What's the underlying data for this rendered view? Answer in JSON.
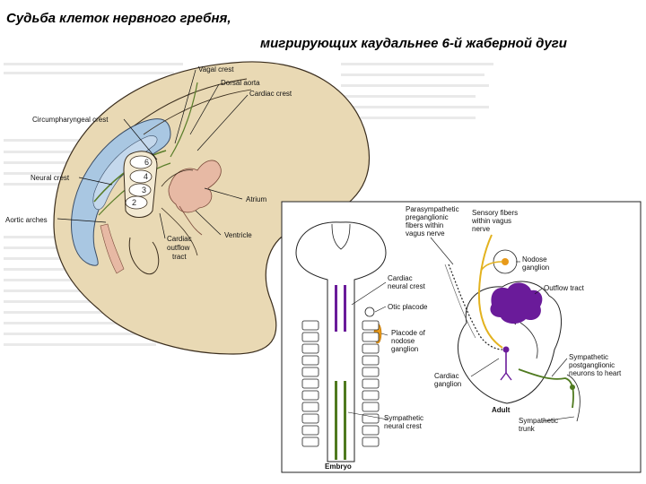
{
  "title": {
    "line1": "Судьба клеток нервного гребня,",
    "line2": "мигрирующих каудальнее 6-й жаберной дуги"
  },
  "embryo_figure": {
    "labels": {
      "vagal_crest": "Vagal crest",
      "dorsal_aorta": "Dorsal aorta",
      "cardiac_crest": "Cardiac crest",
      "circumpharyngeal_crest": "Circumpharyngeal crest",
      "neural_crest": "Neural crest",
      "aortic_arches": "Aortic arches",
      "atrium": "Atrium",
      "ventricle": "Ventricle",
      "cardiac_outflow_tract_1": "Cardiac",
      "cardiac_outflow_tract_2": "outflow",
      "cardiac_outflow_tract_3": "tract"
    },
    "arch_numbers": [
      "6",
      "4",
      "3",
      "2"
    ]
  },
  "inset_figure": {
    "labels": {
      "parasympathetic_1": "Parasympathetic",
      "parasympathetic_2": "preganglionic",
      "parasympathetic_3": "fibers within",
      "parasympathetic_4": "vagus nerve",
      "sensory_1": "Sensory fibers",
      "sensory_2": "within vagus",
      "sensory_3": "nerve",
      "nodose_1": "Nodose",
      "nodose_2": "ganglion",
      "outflow_tract": "Outflow tract",
      "cardiac_neural_crest_1": "Cardiac",
      "cardiac_neural_crest_2": "neural crest",
      "otic_placode": "Otic placode",
      "placode_nodose_1": "Placode of",
      "placode_nodose_2": "nodose",
      "placode_nodose_3": "ganglion",
      "cardiac_ganglion_1": "Cardiac",
      "cardiac_ganglion_2": "ganglion",
      "sympathetic_post_1": "Sympathetic",
      "sympathetic_post_2": "postganglionic",
      "sympathetic_post_3": "neurons to heart",
      "adult": "Adult",
      "sympathetic_trunk_1": "Sympathetic",
      "sympathetic_trunk_2": "trunk",
      "sympathetic_neural_crest_1": "Sympathetic",
      "sympathetic_neural_crest_2": "neural crest",
      "embryo": "Embryo"
    }
  },
  "colors": {
    "embryo_body": "#e9d9b4",
    "neural_tube": "#a9c7e2",
    "heart_tissue": "#e7b9a4",
    "purple": "#6a1b9a",
    "green": "#4f7a1f",
    "orange": "#e89a1a",
    "yellow": "#e3b21e"
  }
}
